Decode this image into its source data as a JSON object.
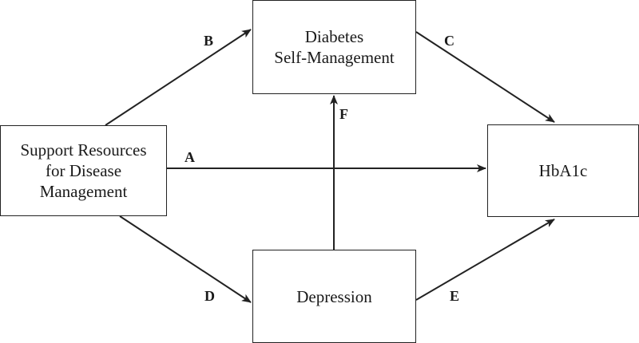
{
  "nodes": {
    "support": {
      "lines": [
        "Support Resources",
        "for Disease",
        "Management"
      ]
    },
    "dsm": {
      "lines": [
        "Diabetes",
        "Self-Management"
      ]
    },
    "hba1c": {
      "lines": [
        "HbA1c"
      ]
    },
    "depression": {
      "lines": [
        "Depression"
      ]
    }
  },
  "edges": {
    "a": "A",
    "b": "B",
    "c": "C",
    "d": "D",
    "e": "E",
    "f": "F"
  },
  "colors": {
    "stroke": "#222222",
    "background": "#ffffff"
  }
}
